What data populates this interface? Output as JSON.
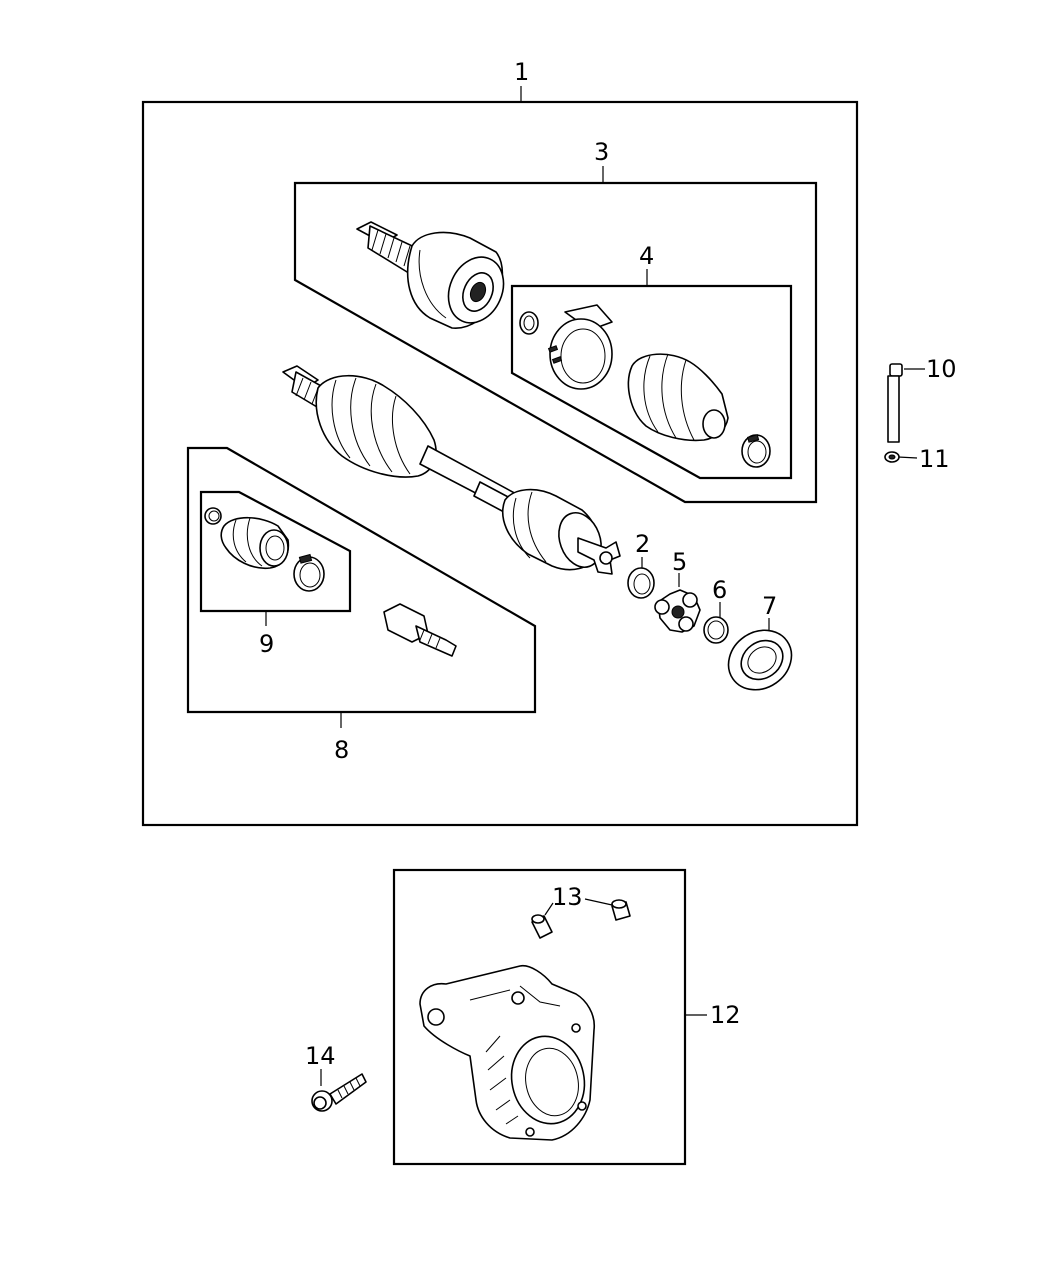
{
  "callouts": {
    "c1": "1",
    "c2": "2",
    "c3": "3",
    "c4": "4",
    "c5": "5",
    "c6": "6",
    "c7": "7",
    "c8": "8",
    "c9": "9",
    "c10": "10",
    "c11": "11",
    "c12": "12",
    "c13": "13",
    "c14": "14"
  },
  "icons": {
    "axle": "drive-axle-shaft",
    "outer_joint": "outer-cv-joint",
    "boot": "cv-boot",
    "clamp": "boot-clamp",
    "tripod": "tripod-joint",
    "seal": "seal-ring",
    "stub": "stub-shaft",
    "pin": "pin",
    "nut": "nut",
    "bracket": "bearing-bracket",
    "plug": "plug",
    "bolt": "bolt"
  },
  "colors": {
    "line": "#000000",
    "background": "#ffffff"
  }
}
